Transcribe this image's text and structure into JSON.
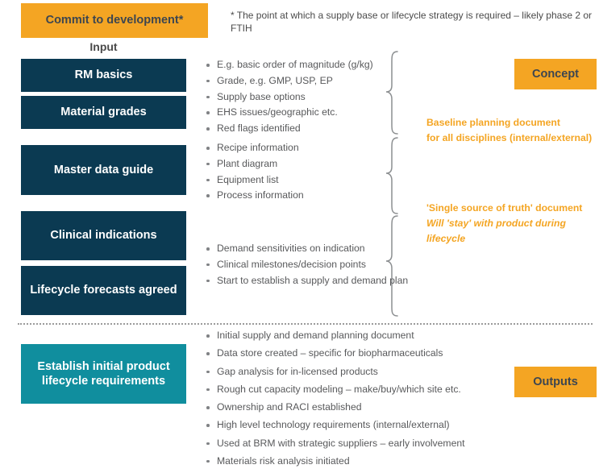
{
  "header": {
    "commit_label": "Commit to development*",
    "footnote": "* The point at which a supply base or lifecycle strategy is required – likely phase 2 or FTIH",
    "input_label": "Input"
  },
  "stages": [
    {
      "id": "rm-basics",
      "label": "RM basics"
    },
    {
      "id": "material-grades",
      "label": "Material grades"
    },
    {
      "id": "master-data",
      "label": "Master data guide"
    },
    {
      "id": "clinical-ind",
      "label": "Clinical indications"
    },
    {
      "id": "lifecycle-fc",
      "label": "Lifecycle forecasts agreed"
    },
    {
      "id": "establish",
      "label": "Establish initial product lifecycle requirements"
    }
  ],
  "bullet_groups": [
    {
      "id": "group-1",
      "items": [
        "E.g. basic order of magnitude (g/kg)",
        "Grade, e.g. GMP, USP, EP",
        "Supply base options",
        "EHS issues/geographic etc.",
        "Red flags identified"
      ]
    },
    {
      "id": "group-2",
      "items": [
        "Recipe information",
        "Plant diagram",
        "Equipment list",
        "Process information"
      ]
    },
    {
      "id": "group-3",
      "items": [
        "Demand sensitivities on indication",
        "Clinical milestones/decision points",
        "Start to establish a supply and demand plan"
      ]
    },
    {
      "id": "group-4",
      "items": [
        "Initial supply and demand planning document",
        "Data store created – specific for biopharmaceuticals",
        "Gap analysis for in-licensed products",
        "Rough cut capacity modeling – make/buy/which site etc.",
        "Ownership and RACI established",
        "High level technology requirements (internal/external)",
        "Used at BRM with strategic suppliers – early involvement",
        "Materials risk analysis initiated"
      ]
    }
  ],
  "annotations": [
    {
      "id": "annot-1",
      "line1": "Baseline planning document",
      "line2": "for all disciplines (internal/external)"
    },
    {
      "id": "annot-2",
      "line1": "'Single source of truth' document",
      "line2": "Will 'stay' with product during lifecycle"
    }
  ],
  "right_labels": {
    "concept": "Concept",
    "outputs": "Outputs"
  },
  "colors": {
    "orange": "#f4a523",
    "navy": "#0b3a52",
    "teal": "#108e9e",
    "bullet_text": "#58595b",
    "brace": "#8c8f91"
  }
}
